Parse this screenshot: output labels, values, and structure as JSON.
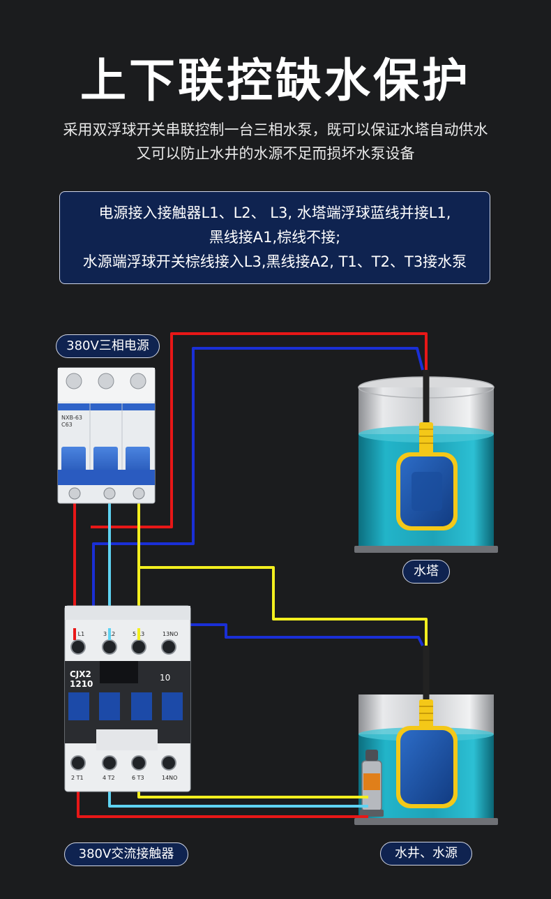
{
  "title": "上下联控缺水保护",
  "subtitle_line1": "采用双浮球开关串联控制一台三相水泵，既可以保证水塔自动供水",
  "subtitle_line2": "又可以防止水井的水源不足而损坏水泵设备",
  "instructions": {
    "line1": "电源接入接触器L1、L2、 L3, 水塔端浮球蓝线并接L1,",
    "line2": "黑线接A1,棕线不接;",
    "line3": "水源端浮球开关棕线接入L3,黑线接A2, T1、T2、T3接水泵"
  },
  "labels": {
    "power": "380V三相电源",
    "tower": "水塔",
    "contactor": "380V交流接触器",
    "well": "水井、水源"
  },
  "breaker": {
    "model": "NXB-63",
    "rating": "C63"
  },
  "contactor": {
    "model_line1": "CJX2",
    "model_line2": "1210",
    "number": "10",
    "top_terminals": [
      "1 L1",
      "3 L2",
      "5 L3",
      "13NO"
    ],
    "bottom_terminals": [
      "2 T1",
      "4 T2",
      "6 T3",
      "14NO"
    ]
  },
  "colors": {
    "red": "#e81717",
    "blue": "#1a2fd6",
    "light_blue": "#5fd3f2",
    "yellow": "#f3ef1f",
    "panel": "#0f2350",
    "water": "#1aa7bd"
  }
}
